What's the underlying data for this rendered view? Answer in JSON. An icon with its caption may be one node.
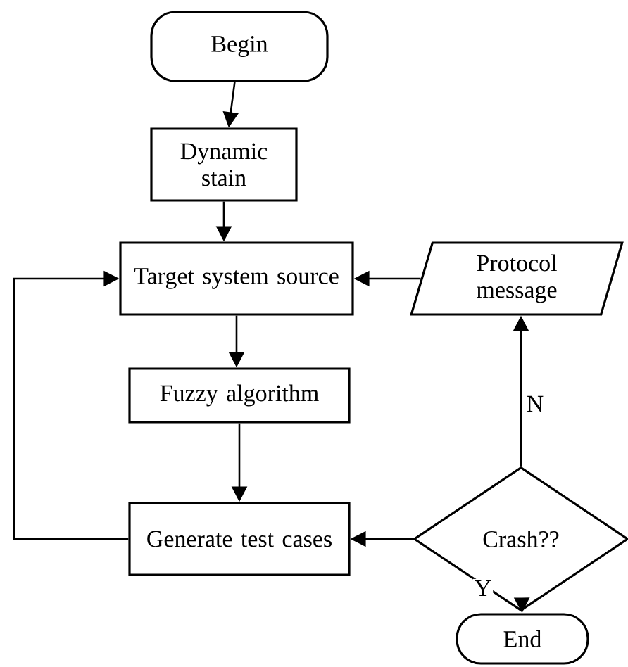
{
  "diagram": {
    "nodes": [
      {
        "text": [
          "Begin"
        ]
      },
      {
        "text": [
          "Dynamic stain"
        ]
      },
      {
        "text": [
          "Target system source"
        ]
      },
      {
        "text": [
          "Protocol message"
        ]
      },
      {
        "text": [
          "Fuzzy algorithm"
        ]
      },
      {
        "text": [
          "Generate test cases"
        ]
      },
      {
        "text": [
          "Crash??"
        ]
      },
      {
        "text": [
          "End"
        ]
      }
    ],
    "edges": [
      {
        "from": 0,
        "to": 1,
        "arrow": "to"
      },
      {
        "from": 1,
        "to": 2,
        "arrow": "to"
      },
      {
        "from": 3,
        "to": 2,
        "arrow": "to"
      },
      {
        "from": 2,
        "to": 4,
        "arrow": "to"
      },
      {
        "from": 4,
        "to": 5,
        "arrow": "to"
      },
      {
        "from": 5,
        "to": 2,
        "arrow": "to"
      },
      {
        "from": 6,
        "to": 5,
        "arrow": "to"
      },
      {
        "from": 6,
        "to": 3,
        "label": "N",
        "arrow": "to"
      },
      {
        "from": 6,
        "to": 7,
        "label": "Y",
        "arrow": "to"
      }
    ]
  }
}
